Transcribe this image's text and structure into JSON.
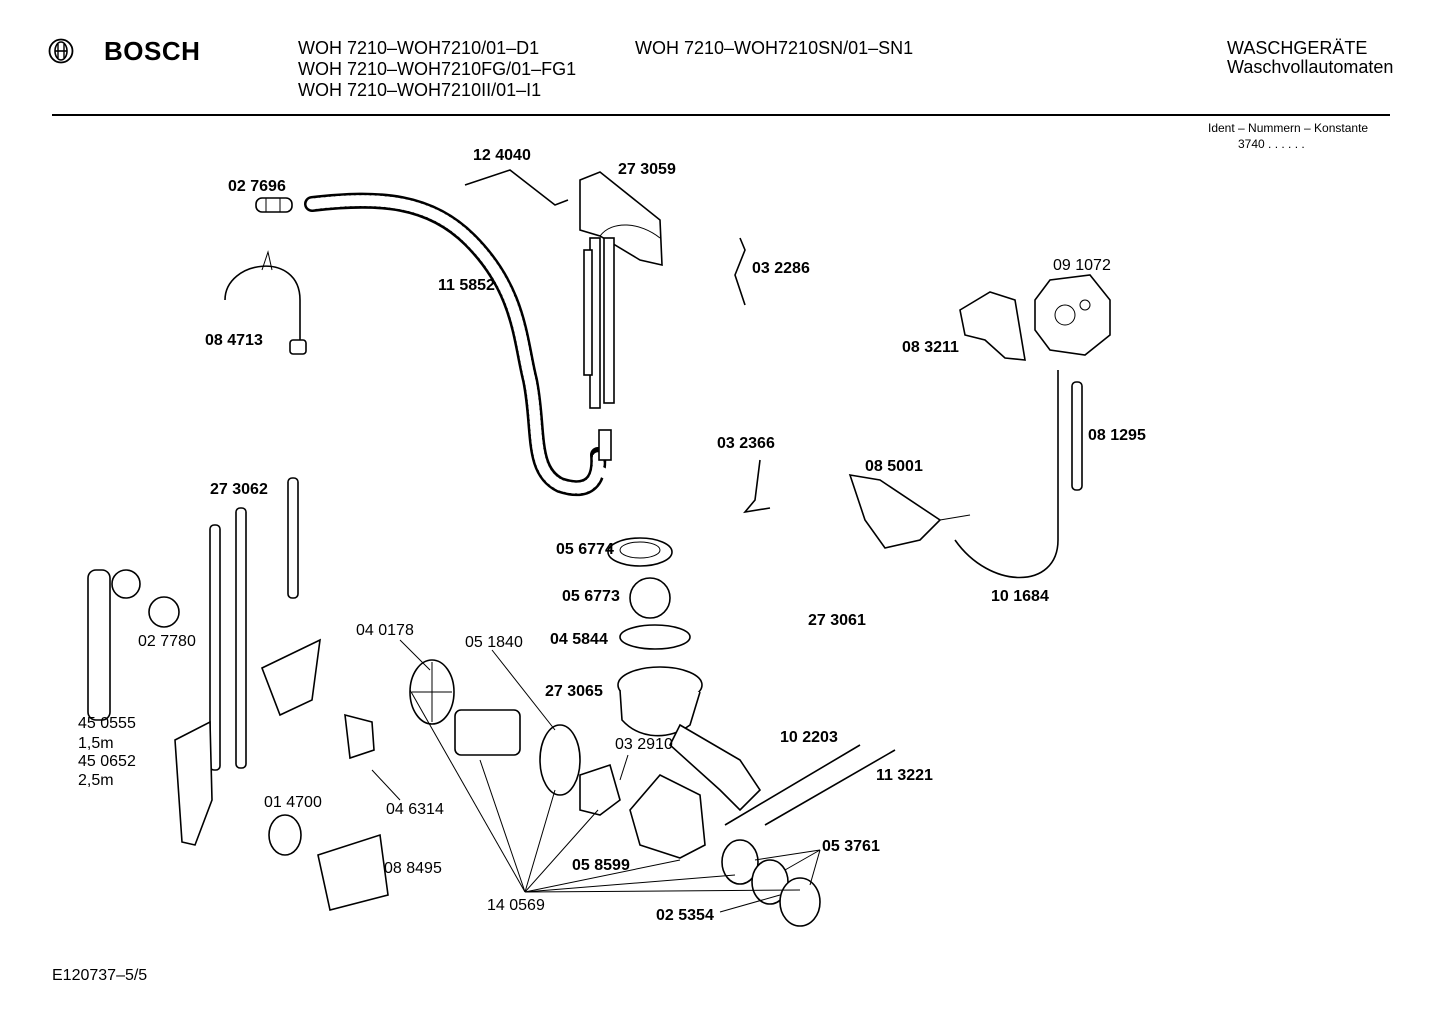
{
  "header": {
    "brand": "BOSCH",
    "models_col1": [
      "WOH 7210–WOH7210/01–D1",
      "WOH 7210–WOH7210FG/01–FG1",
      "WOH 7210–WOH7210II/01–I1"
    ],
    "models_col2": [
      "WOH 7210–WOH7210SN/01–SN1"
    ],
    "category": "WASCHGERÄTE",
    "subcategory": "Waschvollautomaten",
    "ident_label": "Ident – Nummern – Konstante",
    "ident_value": "3740  .  .  .  .  .  ."
  },
  "parts": [
    {
      "id": "p124040",
      "text": "12 4040",
      "bold": true
    },
    {
      "id": "p273059",
      "text": "27 3059",
      "bold": true
    },
    {
      "id": "p027696",
      "text": "02 7696",
      "bold": true
    },
    {
      "id": "p115852",
      "text": "11 5852",
      "bold": true
    },
    {
      "id": "p032286",
      "text": "03 2286",
      "bold": true
    },
    {
      "id": "p091072",
      "text": "09 1072",
      "bold": false
    },
    {
      "id": "p084713",
      "text": "08 4713",
      "bold": true
    },
    {
      "id": "p083211",
      "text": "08 3211",
      "bold": true
    },
    {
      "id": "p081295",
      "text": "08 1295",
      "bold": true
    },
    {
      "id": "p032366",
      "text": "03 2366",
      "bold": true
    },
    {
      "id": "p085001",
      "text": "08 5001",
      "bold": true
    },
    {
      "id": "p273062",
      "text": "27 3062",
      "bold": true
    },
    {
      "id": "p056774",
      "text": "05 6774",
      "bold": true
    },
    {
      "id": "p056773",
      "text": "05 6773",
      "bold": true
    },
    {
      "id": "p101684",
      "text": "10 1684",
      "bold": true
    },
    {
      "id": "p045844",
      "text": "04 5844",
      "bold": true
    },
    {
      "id": "p273061",
      "text": "27 3061",
      "bold": true
    },
    {
      "id": "p027780",
      "text": "02 7780",
      "bold": false
    },
    {
      "id": "p040178",
      "text": "04 0178",
      "bold": false
    },
    {
      "id": "p051840",
      "text": "05 1840",
      "bold": false
    },
    {
      "id": "p273065",
      "text": "27 3065",
      "bold": true
    },
    {
      "id": "p450555",
      "text": "45 0555",
      "bold": false
    },
    {
      "id": "p15m",
      "text": "1,5m",
      "bold": false
    },
    {
      "id": "p450652",
      "text": "45 0652",
      "bold": false
    },
    {
      "id": "p25m",
      "text": "2,5m",
      "bold": false
    },
    {
      "id": "p102203",
      "text": "10 2203",
      "bold": true
    },
    {
      "id": "p032910",
      "text": "03 2910",
      "bold": false
    },
    {
      "id": "p113221",
      "text": "11 3221",
      "bold": true
    },
    {
      "id": "p046314",
      "text": "04 6314",
      "bold": false
    },
    {
      "id": "p014700",
      "text": "01 4700",
      "bold": false
    },
    {
      "id": "p053761",
      "text": "05 3761",
      "bold": true
    },
    {
      "id": "p088495",
      "text": "08 8495",
      "bold": false
    },
    {
      "id": "p058599",
      "text": "05 8599",
      "bold": true
    },
    {
      "id": "p140569",
      "text": "14 0569",
      "bold": false
    },
    {
      "id": "p025354",
      "text": "02 5354",
      "bold": true
    }
  ],
  "footer": {
    "code": "E120737–5/5"
  }
}
